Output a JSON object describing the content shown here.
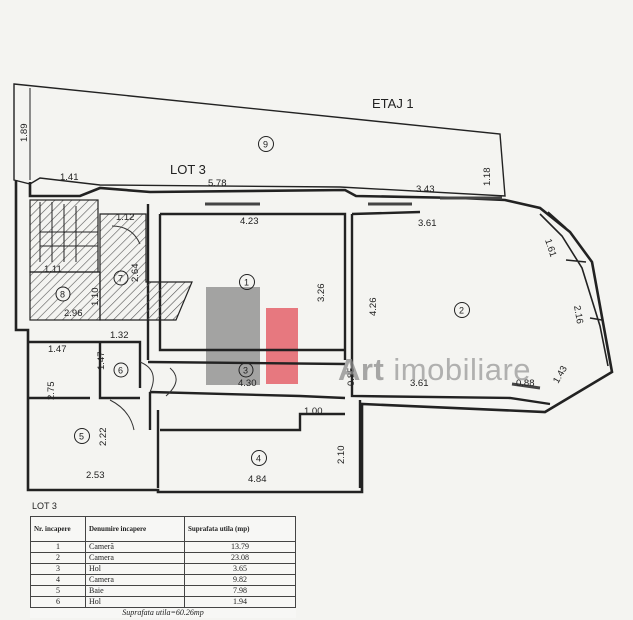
{
  "floor_label": "ETAJ 1",
  "lot_label_top": "LOT 3",
  "lot_label_bottom": "LOT 3",
  "watermark": {
    "brand": "Art",
    "suffix": " imobiliare"
  },
  "rooms": [
    "1",
    "2",
    "3",
    "4",
    "5",
    "6",
    "7",
    "8",
    "9"
  ],
  "dimensions": [
    "1.89",
    "1.41",
    "5.78",
    "3.43",
    "1.18",
    "1.12",
    "4.23",
    "3.61",
    "1.61",
    "3.26",
    "4.26",
    "2.64",
    "1.11",
    "1.10",
    "2.96",
    "2.16",
    "1.32",
    "1.47",
    "1.47",
    "4.30",
    "3.61",
    "0.88",
    "1.43",
    "0.85",
    "1.00",
    "2.75",
    "2.22",
    "2.10",
    "2.53",
    "4.84"
  ],
  "table": {
    "headers": [
      "Nr. incapere",
      "Denumire incapere",
      "Suprafata utila (mp)"
    ],
    "rows": [
      [
        "1",
        "Cameră",
        "13.79"
      ],
      [
        "2",
        "Camera",
        "23.08"
      ],
      [
        "3",
        "Hol",
        "3.65"
      ],
      [
        "4",
        "Camera",
        "9.82"
      ],
      [
        "5",
        "Baie",
        "7.98"
      ],
      [
        "6",
        "Hol",
        "1.94"
      ]
    ],
    "total": "Suprafata utila=60.26mp"
  }
}
